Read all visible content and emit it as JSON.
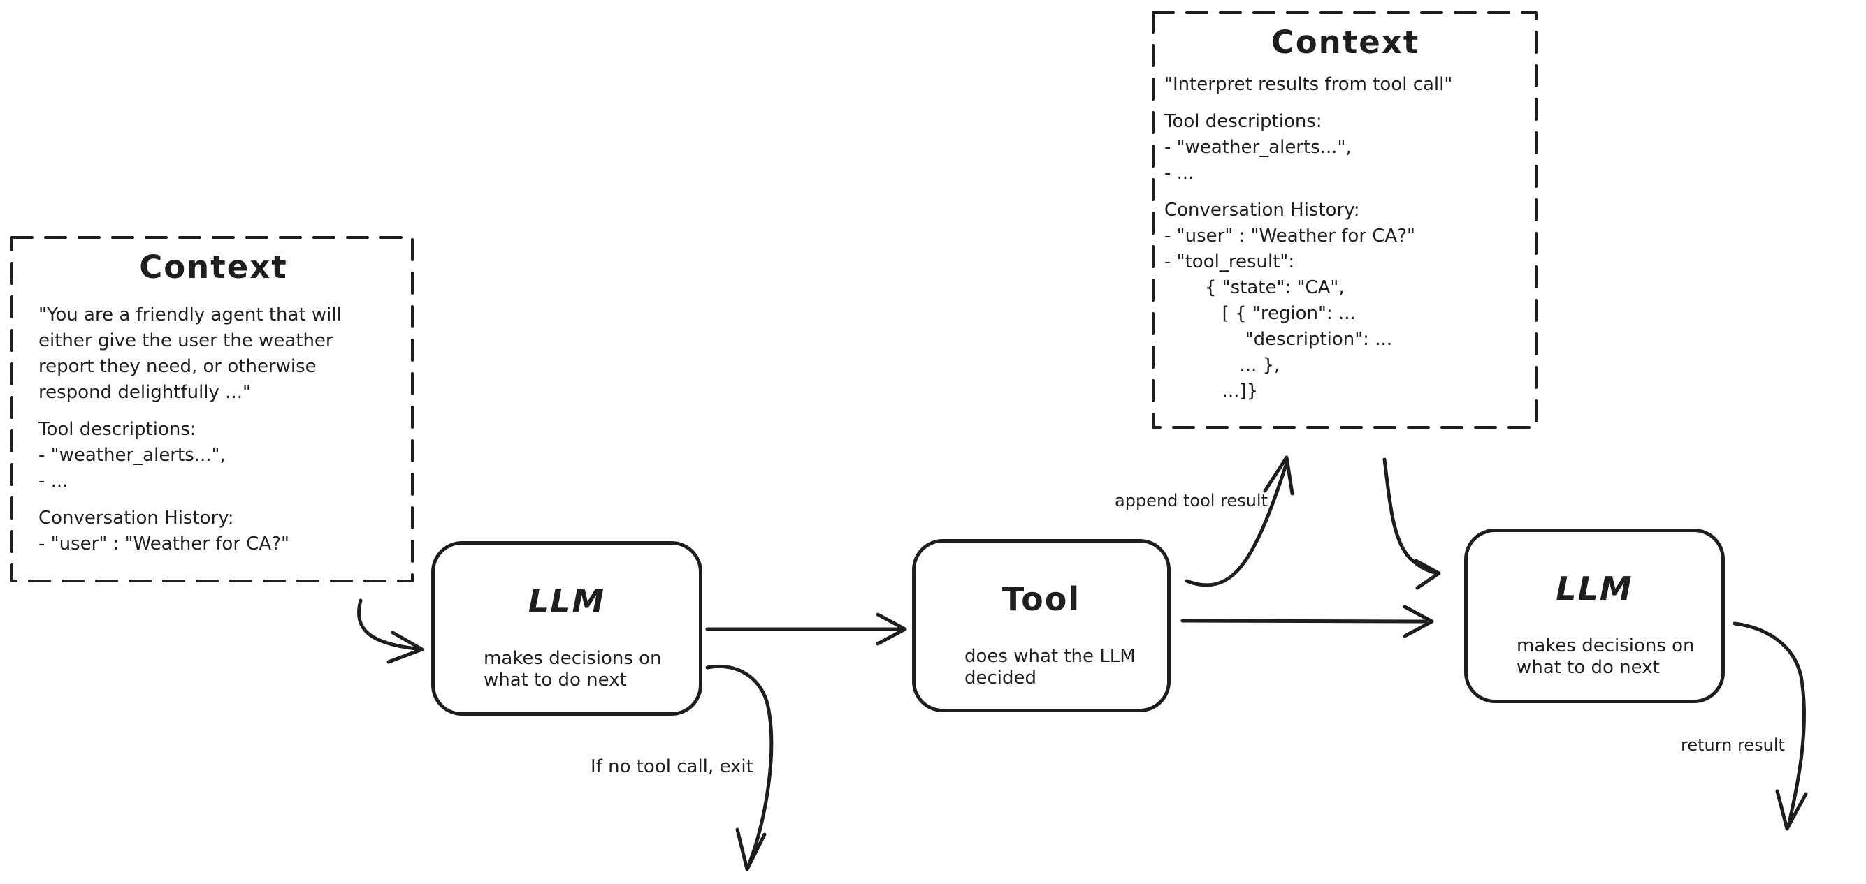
{
  "colors": {
    "stroke": "#1e1e1e",
    "background": "#ffffff"
  },
  "context_left": {
    "title": "Context",
    "lines": [
      "\"You are a friendly agent that will",
      "either give the user the weather",
      "report they need, or otherwise",
      "respond delightfully ...\"",
      "",
      "Tool descriptions:",
      "- \"weather_alerts...\",",
      "- ...",
      "",
      "Conversation History:",
      "- \"user\" : \"Weather for CA?\""
    ]
  },
  "context_right": {
    "title": "Context",
    "lines": [
      "\"Interpret results from tool call\"",
      "",
      "Tool descriptions:",
      "- \"weather_alerts...\",",
      "- ...",
      "",
      "Conversation History:",
      "- \"user\" : \"Weather for CA?\"",
      "- \"tool_result\":",
      "       { \"state\": \"CA\",",
      "          [ { \"region\": ...",
      "              \"description\": ...",
      "             ... },",
      "          ...]}"
    ]
  },
  "nodes": {
    "llm1": {
      "title": "LLM",
      "subtitle_lines": [
        "makes decisions on",
        "what to do next"
      ]
    },
    "tool": {
      "title": "Tool",
      "subtitle_lines": [
        "does what the LLM",
        "decided"
      ]
    },
    "llm2": {
      "title": "LLM",
      "subtitle_lines": [
        "makes decisions on",
        "what to do next"
      ]
    }
  },
  "edge_labels": {
    "append_tool_result": "append tool result",
    "if_no_tool_call_exit": "If no tool call, exit",
    "return_result": "return result"
  }
}
